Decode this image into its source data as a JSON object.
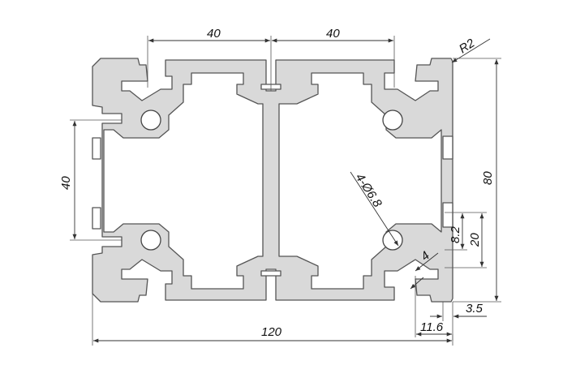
{
  "colors": {
    "profile_fill": "#d9d9d9",
    "outline": "#555555",
    "background": "#ffffff",
    "dimension": "#333333"
  },
  "dimensions": {
    "top_left": "40",
    "top_right": "40",
    "radius": "R2",
    "height": "80",
    "left_pitch": "40",
    "holes": "4-Ø6.8",
    "wall": "4",
    "slot_opening": "8.2",
    "slot_depth": "20",
    "lip": "3.5",
    "slot_center": "11.6",
    "width": "120"
  }
}
